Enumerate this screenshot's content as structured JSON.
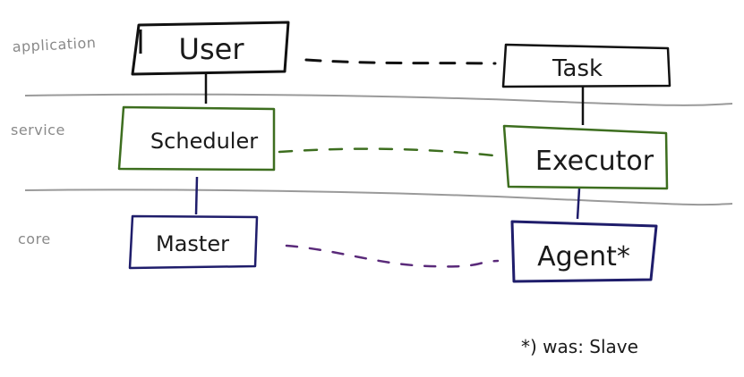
{
  "layers": {
    "application": "application",
    "service": "service",
    "core": "core"
  },
  "boxes": {
    "user": "User",
    "task": "Task",
    "scheduler": "Scheduler",
    "executor": "Executor",
    "master": "Master",
    "agent": "Agent*"
  },
  "footnote": "*) was: Slave",
  "colors": {
    "application": "#111111",
    "service": "#3d6e1f",
    "core": "#1f1d6b",
    "core_link": "#5a2a7a",
    "divider": "#9a9a9a"
  }
}
